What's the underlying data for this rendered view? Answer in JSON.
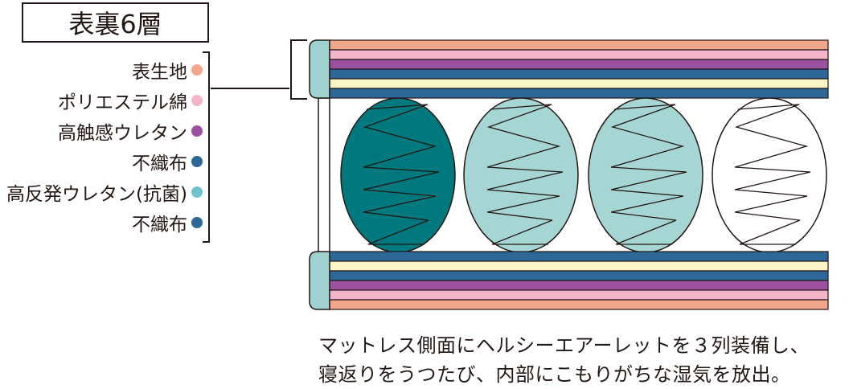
{
  "title": "表裏6層",
  "legend": [
    {
      "label": "表生地",
      "color": "#F2A68C"
    },
    {
      "label": "ポリエステル綿",
      "color": "#F4B5CB"
    },
    {
      "label": "高触感ウレタン",
      "color": "#9B51A0"
    },
    {
      "label": "不織布",
      "color": "#2E6899"
    },
    {
      "label": "高反発ウレタン(抗菌)",
      "color": "#6CC5CC"
    },
    {
      "label": "不織布",
      "color": "#2E6899"
    }
  ],
  "colors": {
    "line": "#231815",
    "side_cap": "#9ED1CF",
    "cream": "#FCF6C7",
    "coil_dark": "#00797E",
    "coil_light": "#A6D6D4",
    "coil_white": "#FFFFFF"
  },
  "caption": {
    "line1": "マットレス側面にヘルシーエアーレットを３列装備し、",
    "line2": "寝返りをうつたび、内部にこもりがちな湿気を放出。"
  }
}
